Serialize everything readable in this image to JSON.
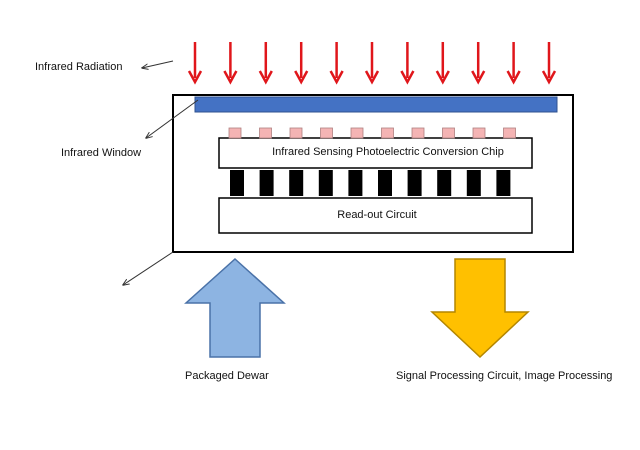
{
  "labels": {
    "infrared_radiation": "Infrared Radiation",
    "infrared_window": "Infrared Window",
    "chip": "Infrared Sensing Photoelectric Conversion Chip",
    "readout": "Read-out Circuit",
    "packaged_dewar": "Packaged Dewar",
    "signal_processing": "Signal Processing Circuit, Image Processing"
  },
  "colors": {
    "radiation_arrow": "#e0161b",
    "window": "#4472c4",
    "pixel": "#f4b4b4",
    "dewar_arrow": "#8db4e2",
    "output_arrow": "#ffc000",
    "outline": "#000000"
  },
  "counts": {
    "radiation_arrows": 11,
    "pixels": 10,
    "bumps": 10
  }
}
